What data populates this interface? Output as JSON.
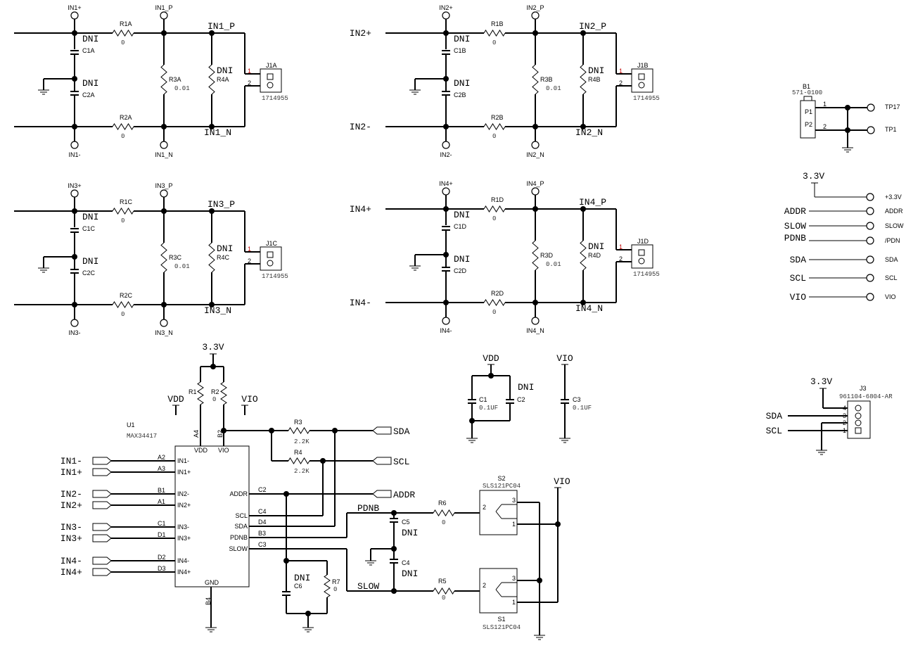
{
  "channels": [
    {
      "id": "ch1",
      "in_p": "IN1+",
      "in_n": "IN1-",
      "tp_p": "IN1+",
      "tp_n": "IN1-",
      "tp_pp": "IN1_P",
      "tp_nn": "IN1_N",
      "net_p": "IN1_P",
      "net_n": "IN1_N",
      "dni1": "DNI",
      "c1": "C1A",
      "dni2": "DNI",
      "c2": "C2A",
      "r1": "R1A",
      "r1v": "0",
      "r2": "R2A",
      "r2v": "0",
      "r3": "R3A",
      "r3v": "0.01",
      "dni4": "DNI",
      "r4": "R4A",
      "j": "J1A",
      "jp": "1714955",
      "p1": "1",
      "p2": "2"
    },
    {
      "id": "ch2",
      "in_p": "IN2+",
      "in_n": "IN2-",
      "tp_p": "IN2+",
      "tp_n": "IN2-",
      "tp_pp": "IN2_P",
      "tp_nn": "IN2_N",
      "net_p": "IN2_P",
      "net_n": "IN2_N",
      "dni1": "DNI",
      "c1": "C1B",
      "dni2": "DNI",
      "c2": "C2B",
      "r1": "R1B",
      "r1v": "0",
      "r2": "R2B",
      "r2v": "0",
      "r3": "R3B",
      "r3v": "0.01",
      "dni4": "DNI",
      "r4": "R4B",
      "j": "J1B",
      "jp": "1714955",
      "p1": "1",
      "p2": "2"
    },
    {
      "id": "ch3",
      "in_p": "IN3+",
      "in_n": "IN3-",
      "tp_p": "IN3+",
      "tp_n": "IN3-",
      "tp_pp": "IN3_P",
      "tp_nn": "IN3_N",
      "net_p": "IN3_P",
      "net_n": "IN3_N",
      "dni1": "DNI",
      "c1": "C1C",
      "dni2": "DNI",
      "c2": "C2C",
      "r1": "R1C",
      "r1v": "0",
      "r2": "R2C",
      "r2v": "0",
      "r3": "R3C",
      "r3v": "0.01",
      "dni4": "DNI",
      "r4": "R4C",
      "j": "J1C",
      "jp": "1714955",
      "p1": "1",
      "p2": "2"
    },
    {
      "id": "ch4",
      "in_p": "IN4+",
      "in_n": "IN4-",
      "tp_p": "IN4+",
      "tp_n": "IN4-",
      "tp_pp": "IN4_P",
      "tp_nn": "IN4_N",
      "net_p": "IN4_P",
      "net_n": "IN4_N",
      "dni1": "DNI",
      "c1": "C1D",
      "dni2": "DNI",
      "c2": "C2D",
      "r1": "R1D",
      "r1v": "0",
      "r2": "R2D",
      "r2v": "0",
      "r3": "R3D",
      "r3v": "0.01",
      "dni4": "DNI",
      "r4": "R4D",
      "j": "J1D",
      "jp": "1714955",
      "p1": "1",
      "p2": "2"
    }
  ],
  "b1": {
    "ref": "B1",
    "part": "571-0100",
    "p1": "P1",
    "p2": "P2",
    "n1": "1",
    "n2": "2",
    "tp17": "TP17",
    "tp1": "TP1"
  },
  "tps": {
    "rail": "3.3V",
    "rows": [
      {
        "net": "",
        "tp": "+3.3V"
      },
      {
        "net": "ADDR",
        "tp": "ADDR"
      },
      {
        "net": "SLOW",
        "tp": "SLOW"
      },
      {
        "net": "PDNB",
        "tp": "/PDN"
      },
      {
        "net": "SDA",
        "tp": "SDA"
      },
      {
        "net": "SCL",
        "tp": "SCL"
      },
      {
        "net": "VIO",
        "tp": "VIO"
      }
    ]
  },
  "j3": {
    "ref": "J3",
    "part": "961104-6804-AR",
    "rail": "3.3V",
    "sda": "SDA",
    "scl": "SCL",
    "pins": [
      "4",
      "3",
      "2",
      "1"
    ]
  },
  "decap": {
    "vdd": "VDD",
    "c1": "C1",
    "c1v": "0.1UF",
    "dni": "DNI",
    "c2": "C2",
    "vio": "VIO",
    "c3": "C3",
    "c3v": "0.1UF"
  },
  "u1": {
    "ref": "U1",
    "part": "MAX34417",
    "vdd": "VDD",
    "vio": "VIO",
    "gnd": "GND",
    "a4": "A4",
    "b2": "B2",
    "b4": "B4",
    "left_pins": [
      {
        "net": "IN1-",
        "ball": "A2",
        "name": "IN1-"
      },
      {
        "net": "IN1+",
        "ball": "A3",
        "name": "IN1+"
      },
      {
        "net": "IN2-",
        "ball": "B1",
        "name": "IN2-"
      },
      {
        "net": "IN2+",
        "ball": "A1",
        "name": "IN2+"
      },
      {
        "net": "IN3-",
        "ball": "C1",
        "name": "IN3-"
      },
      {
        "net": "IN3+",
        "ball": "D1",
        "name": "IN3+"
      },
      {
        "net": "IN4-",
        "ball": "D2",
        "name": "IN4-"
      },
      {
        "net": "IN4+",
        "ball": "D3",
        "name": "IN4+"
      }
    ],
    "right_pins": [
      {
        "ball": "C2",
        "name": "ADDR"
      },
      {
        "ball": "C4",
        "name": "SCL"
      },
      {
        "ball": "D4",
        "name": "SDA"
      },
      {
        "ball": "B3",
        "name": "PDNB"
      },
      {
        "ball": "C3",
        "name": "SLOW"
      }
    ]
  },
  "pullups": {
    "rail": "3.3V",
    "r1": "R1",
    "r2": "R2",
    "r2v": "0",
    "vdd": "VDD",
    "vio": "VIO",
    "r3": "R3",
    "r3v": "2.2K",
    "r4": "R4",
    "r4v": "2.2K",
    "sda": "SDA",
    "scl": "SCL",
    "addr": "ADDR"
  },
  "slow_pdn": {
    "dni6": "DNI",
    "c6": "C6",
    "r7": "R7",
    "r7v": "0",
    "pdnb": "PDNB",
    "slow": "SLOW",
    "c5": "C5",
    "dni5": "DNI",
    "c4": "C4",
    "dni4": "DNI",
    "r6": "R6",
    "r6v": "0",
    "r5": "R5",
    "r5v": "0",
    "s2": "S2",
    "s2p": "SLS121PC04",
    "s1": "S1",
    "s1p": "SLS121PC04",
    "vio": "VIO",
    "sw_pins": [
      "3",
      "2",
      "1"
    ]
  }
}
